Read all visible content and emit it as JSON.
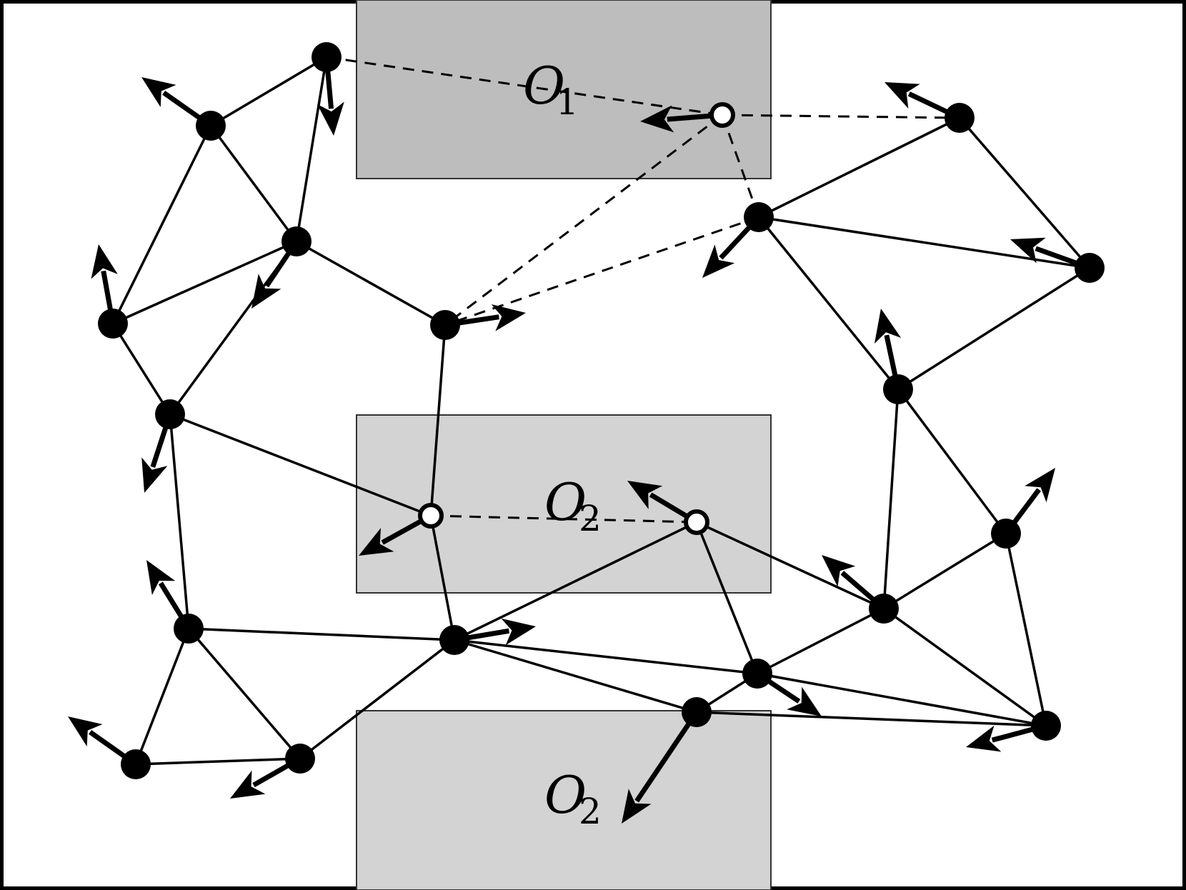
{
  "colors": {
    "obstacle_dark": "#bdbdbd",
    "obstacle_light": "#d3d3d3",
    "ink": "#000000",
    "background": "#ffffff"
  },
  "obstacles": [
    {
      "id": "O1",
      "letter": "O",
      "subscript": "1",
      "shade": "dark"
    },
    {
      "id": "O2a",
      "letter": "O",
      "subscript": "2",
      "shade": "light"
    },
    {
      "id": "O2b",
      "letter": "O",
      "subscript": "2",
      "shade": "light"
    }
  ]
}
